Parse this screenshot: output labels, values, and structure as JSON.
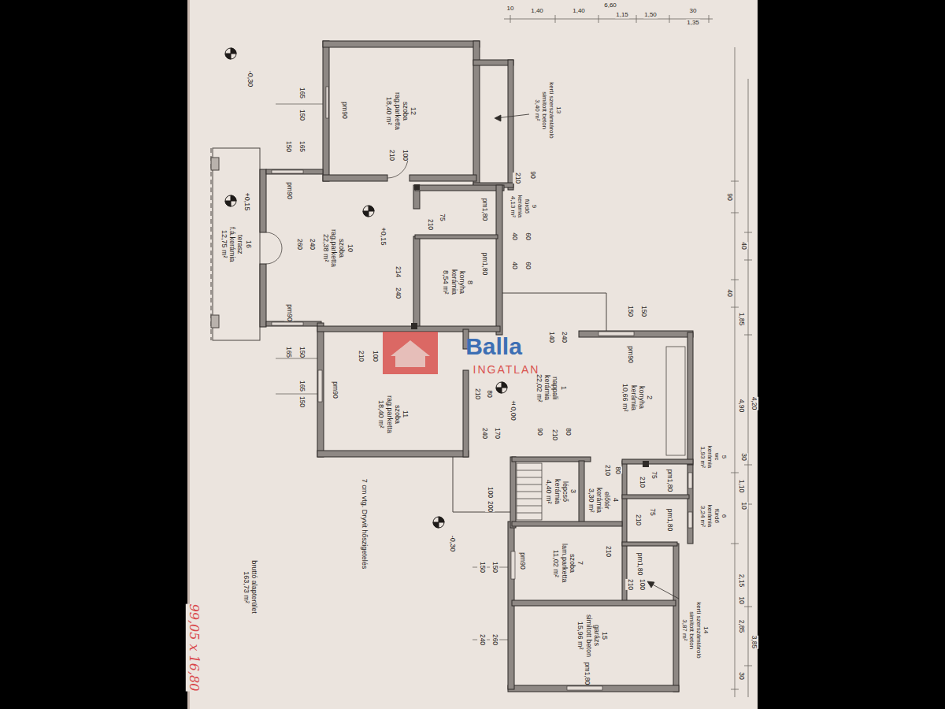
{
  "diagram": {
    "nodes": [
      {
        "text": [
          "12",
          "szoba",
          "rag.parketta",
          "18,40 m²"
        ]
      },
      {
        "text": [
          "10",
          "szoba",
          "rag.parketta",
          "22,38 m²"
        ]
      },
      {
        "text": [
          "16",
          "terasz",
          "f.á.kerámia",
          "12,75 m²"
        ]
      },
      {
        "text": [
          "8",
          "konyha",
          "kerámia",
          "8,54 m²"
        ]
      },
      {
        "text": [
          "11",
          "szoba",
          "rag.parketta",
          "18,40 m²"
        ]
      },
      {
        "text": [
          "1",
          "nappali",
          "kerámia",
          "22,02 m²"
        ]
      },
      {
        "text": [
          "2",
          "konyha",
          "kerámia",
          "10,66 m²"
        ]
      },
      {
        "text": [
          "3",
          "lépcső",
          "kerámia",
          "4,40 m²"
        ]
      },
      {
        "text": [
          "4",
          "előtér",
          "kerámia",
          "3,30 m²"
        ]
      },
      {
        "text": [
          "7",
          "szoba",
          "lam.parketta",
          "11,02 m²"
        ]
      },
      {
        "text": [
          "15",
          "garázs",
          "simított beton",
          "15,96 m²"
        ]
      }
    ],
    "labels": [
      "10",
      "1,40",
      "1,40",
      "6,60",
      "1,15",
      "1,50",
      "30",
      "1,35",
      "90",
      "40",
      "40",
      "1,85",
      "4,20",
      "4,90",
      "30",
      "1,10",
      "10",
      "2,15",
      "10",
      "2,85",
      "3,85",
      "30",
      "-0,30",
      "+0,15",
      "+0,15",
      "±0,00",
      "-0,30",
      "13",
      "kerti szerszámtároló",
      "simított beton",
      "3,40 m²",
      "9",
      "fürdő",
      "kerámia",
      "4,13 m²",
      "5",
      "wc",
      "kerámia",
      "1,93 m²",
      "6",
      "fürdő",
      "kerámia",
      "3,24 m²",
      "14",
      "kerti szerszámtároló",
      "simított beton",
      "3,87 m²",
      "bruttó alapterület",
      "163,73 m²",
      "7 cm vtg. Dryvit hőszigetelés",
      "99,05 x 16,80",
      "Balla",
      "INGATLAN",
      "165",
      "150",
      "pm90",
      "150",
      "165",
      "pm90",
      "210",
      "100",
      "90",
      "210",
      "75",
      "210",
      "pm1,80",
      "pm1,80",
      "40",
      "60",
      "40",
      "60",
      "260",
      "240",
      "214",
      "240",
      "pm90",
      "165",
      "150",
      "165",
      "150",
      "pm90",
      "210",
      "100",
      "210",
      "80",
      "140",
      "240",
      "150",
      "150",
      "pm90",
      "240",
      "170",
      "90",
      "210",
      "80",
      "100",
      "200",
      "210",
      "80",
      "75",
      "210",
      "pm1,80",
      "75",
      "210",
      "pm1,80",
      "150",
      "150",
      "pm90",
      "210",
      "210",
      "100",
      "pm1,80",
      "240",
      "260",
      "pm1,80"
    ]
  }
}
